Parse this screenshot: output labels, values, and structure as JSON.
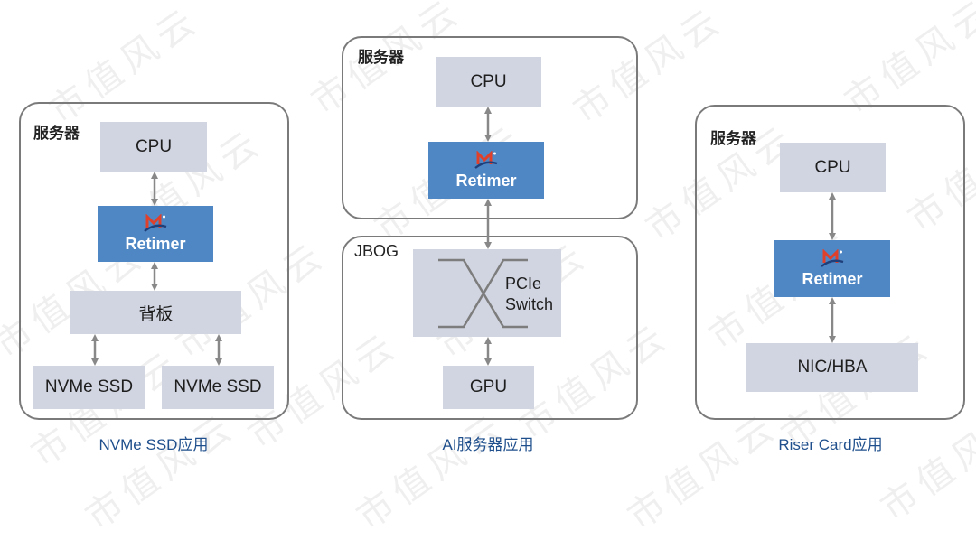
{
  "watermark": "市值风云",
  "colors": {
    "component_fill": "#d1d5e1",
    "retimer_fill": "#4f87c5",
    "caption_text": "#1f4f8c",
    "frame_border": "#7a7a7a",
    "arrow": "#888888",
    "logo_red": "#e0402a",
    "logo_blue": "#1f3f7a"
  },
  "panels": [
    {
      "caption": "NVMe SSD应用",
      "frame_label": "服务器",
      "components": {
        "cpu": "CPU",
        "retimer": "Retimer",
        "backplane": "背板",
        "ssd_1": "NVMe SSD",
        "ssd_2": "NVMe SSD"
      }
    },
    {
      "caption": "AI服务器应用",
      "frame_label": "服务器",
      "sub_frame_label": "JBOG",
      "components": {
        "cpu": "CPU",
        "retimer": "Retimer",
        "switch_line1": "PCIe",
        "switch_line2": "Switch",
        "gpu": "GPU"
      }
    },
    {
      "caption": "Riser Card应用",
      "frame_label": "服务器",
      "components": {
        "cpu": "CPU",
        "retimer": "Retimer",
        "nic": "NIC/HBA"
      }
    }
  ]
}
